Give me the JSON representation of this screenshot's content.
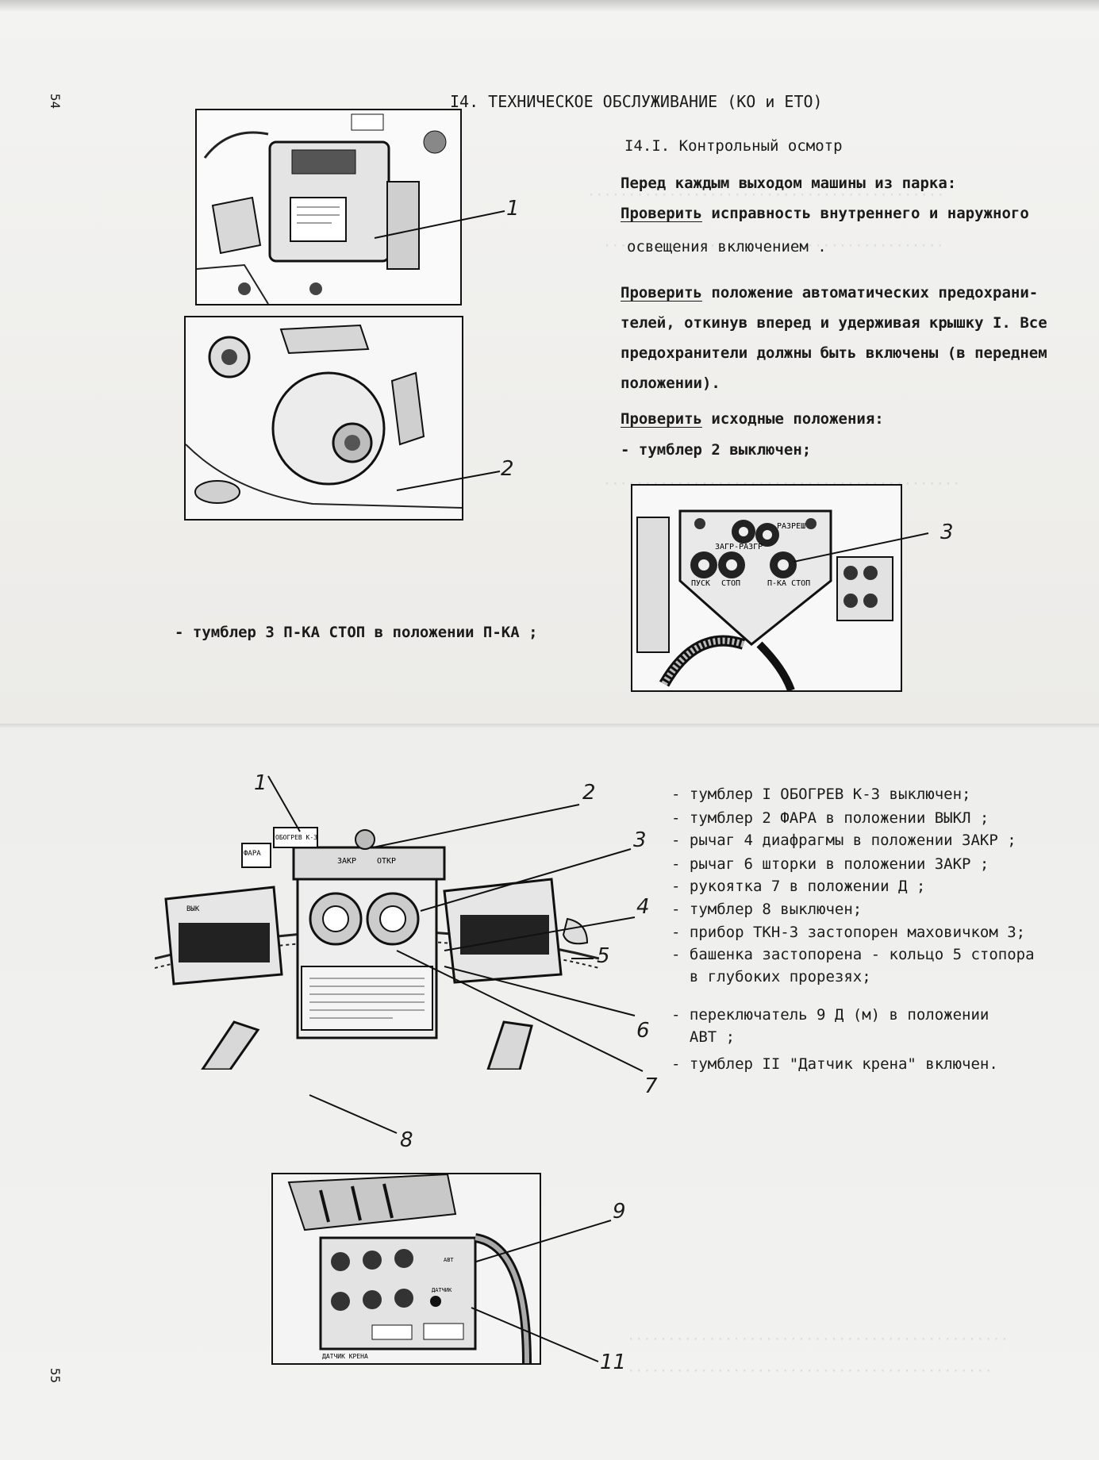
{
  "page_numbers": {
    "top": "54",
    "bottom": "55"
  },
  "section_title": "I4. ТЕХНИЧЕСКОЕ ОБСЛУЖИВАНИЕ (КО и ЕТО)",
  "subsection_title": "I4.I. Контрольный осмотр",
  "intro": "Перед каждым выходом машины из парка:",
  "check1": {
    "verb": "Проверить",
    "rest": " исправность внутреннего и наружного",
    "cont": "освещения включением ."
  },
  "check2": {
    "verb": "Проверить",
    "rest": " положение автоматических предохрани-",
    "l2": "телей, откинув вперед и удерживая крышку I. Все",
    "l3": "предохранители должны быть включены (в переднем",
    "l4": "положении)."
  },
  "check3": {
    "verb": "Проверить",
    "rest": " исходные положения:",
    "item": "- тумблер 2 выключен;"
  },
  "toggle3_line": "- тумблер 3  П-КА СТОП  в положении  П-КА ;",
  "figure_top": {
    "callouts": [
      "1",
      "2",
      "3"
    ],
    "panel_labels": [
      "ЗАГР-РАЗГР",
      "РАЗРЕШ",
      "ПУСК",
      "СТОП",
      "П-КА СТОП"
    ]
  },
  "bottom_list": [
    "- тумблер I  ОБОГРЕВ К-3  выключен;",
    "- тумблер 2  ФАРА   в положении  ВЫКЛ ;",
    "- рычаг 4 диафрагмы в положении  ЗАКР ;",
    "- рычаг 6 шторки в положении  ЗАКР ;",
    "- рукоятка 7 в положении  Д ;",
    "- тумблер 8 выключен;",
    "- прибор ТКН-3 застопорен маховичком 3;",
    "- башенка застопорена - кольцо 5 стопора",
    "  в глубоких прорезях;",
    "- переключатель 9  Д (м)  в положении",
    "  АВТ ;",
    "- тумблер II \"Датчик крена\" включен."
  ],
  "figure_bottom": {
    "callouts": [
      "1",
      "2",
      "3",
      "4",
      "5",
      "6",
      "7",
      "8",
      "9",
      "11"
    ],
    "panel_labels": [
      "ФАРА",
      "ЗАКР",
      "ОТКР",
      "ВЫК",
      "ОБОГРЕВ К-3",
      "ДАТЧИК КРЕНА",
      "ДАТЧИК",
      "АВТ"
    ]
  }
}
